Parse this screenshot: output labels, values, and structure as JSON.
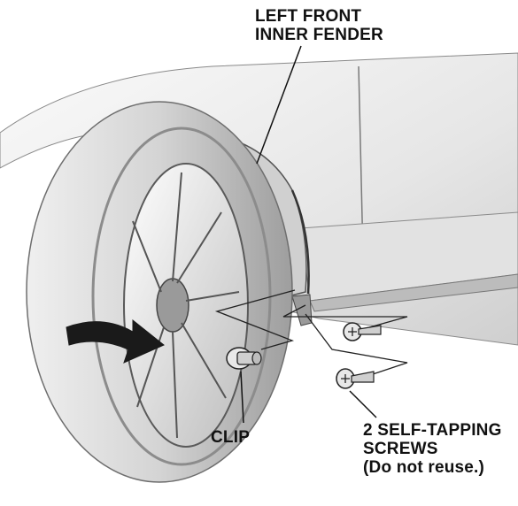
{
  "labels": {
    "inner_fender": [
      "LEFT FRONT",
      "INNER FENDER"
    ],
    "clip": "CLIP",
    "screws": [
      "2 SELF-TAPPING",
      "SCREWS",
      "(Do not reuse.)"
    ]
  },
  "colors": {
    "ink": "#111111",
    "body_light": "#f2f2f2",
    "body_mid": "#d9d9d9",
    "body_dark": "#9a9a9a",
    "tire": "#cfcfcf",
    "shadow": "#5a5a5a"
  }
}
